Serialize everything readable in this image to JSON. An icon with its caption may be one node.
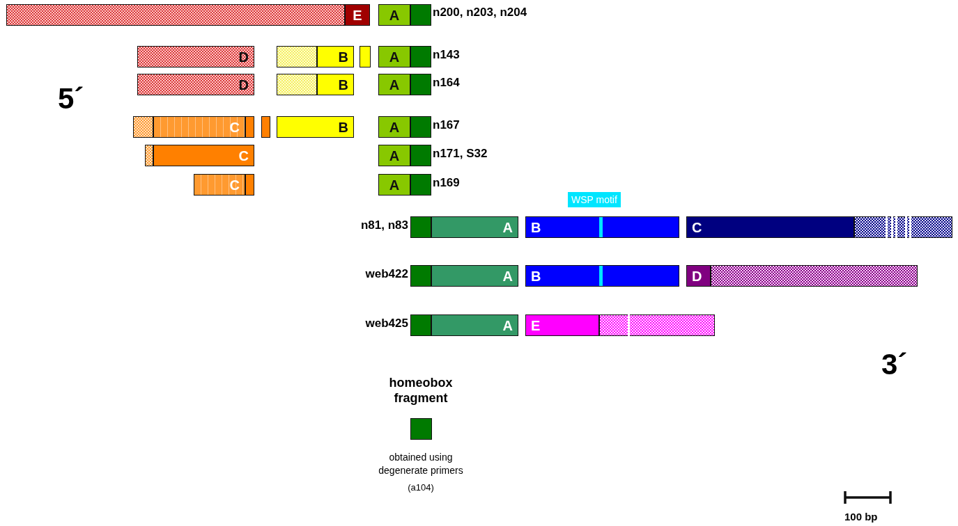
{
  "diagram": {
    "nodes": [
      {
        "text": [],
        "shape": "bar"
      },
      {
        "text": [
          "E"
        ]
      },
      {
        "text": [
          "A"
        ]
      },
      {
        "text": [],
        "shape": "bar"
      },
      {
        "text": [
          "D"
        ]
      },
      {
        "text": [],
        "shape": "bar"
      },
      {
        "text": [
          "B"
        ]
      },
      {
        "text": [],
        "shape": "bar"
      },
      {
        "text": [
          "A"
        ]
      },
      {
        "text": [],
        "shape": "bar"
      },
      {
        "text": [
          "D"
        ]
      },
      {
        "text": [],
        "shape": "bar"
      },
      {
        "text": [
          "B"
        ]
      },
      {
        "text": [
          "A"
        ]
      },
      {
        "text": [],
        "shape": "bar"
      },
      {
        "text": [],
        "shape": "bar"
      },
      {
        "text": [
          "C"
        ]
      },
      {
        "text": [],
        "shape": "bar"
      },
      {
        "text": [],
        "shape": "bar"
      },
      {
        "text": [
          "B"
        ]
      },
      {
        "text": [
          "A"
        ]
      },
      {
        "text": [],
        "shape": "bar"
      },
      {
        "text": [],
        "shape": "bar"
      },
      {
        "text": [
          "C"
        ]
      },
      {
        "text": [
          "A"
        ]
      },
      {
        "text": [],
        "shape": "bar"
      },
      {
        "text": [
          "C"
        ]
      },
      {
        "text": [],
        "shape": "bar"
      },
      {
        "text": [
          "A"
        ]
      },
      {
        "text": [],
        "shape": "bar"
      },
      {
        "text": [],
        "shape": "bar"
      },
      {
        "text": [
          "A"
        ]
      },
      {
        "text": [
          "B"
        ]
      },
      {
        "text": [
          "C"
        ]
      },
      {
        "text": [],
        "shape": "bar"
      },
      {
        "text": [],
        "shape": "bar"
      },
      {
        "text": [
          "A"
        ]
      },
      {
        "text": [
          "B"
        ]
      },
      {
        "text": [
          "D"
        ]
      },
      {
        "text": [],
        "shape": "bar"
      },
      {
        "text": [],
        "shape": "bar"
      },
      {
        "text": [
          "A"
        ]
      },
      {
        "text": [
          "E"
        ]
      },
      {
        "text": [],
        "shape": "bar"
      }
    ],
    "labels": [
      "n200, n203, n204",
      "n143",
      "n164",
      "5´",
      "n167",
      "n171, S32",
      "n169",
      "WSP motif",
      "n81, n83",
      "web422",
      "web425",
      "3´",
      "obtained using degenerate primers",
      "(a104)",
      "100 bp"
    ],
    "legend": [
      {
        "text": "homeobox fragment",
        "color": "#007a00"
      }
    ]
  }
}
